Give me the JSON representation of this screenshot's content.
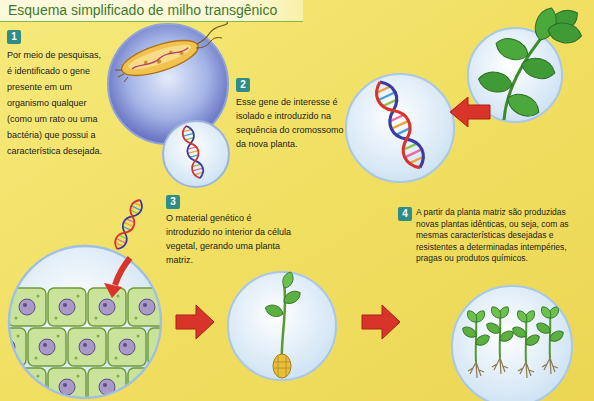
{
  "diagram": {
    "title": "Esquema simplificado de milho transgênico",
    "nodes": [
      {
        "text": [
          "1"
        ]
      },
      {
        "text": [
          "2"
        ]
      },
      {
        "text": [
          "3"
        ]
      },
      {
        "text": [
          "4"
        ]
      }
    ],
    "labels": [
      "Por meio de pesquisas, é identificado o gene presente em um organismo qualquer (como um rato ou uma bactéria) que possui a característica desejada.",
      "Esse gene de interesse é isolado e introduzido na sequência do cromossomo da nova planta.",
      "O material genético é introduzido no interior da célula vegetal, gerando uma planta matriz.",
      "A partir da planta matriz são produzidas novas plantas idênticas, ou seja, com as mesmas características desejadas e resistentes a determinadas intempéries, pragas ou produtos químicos."
    ]
  }
}
